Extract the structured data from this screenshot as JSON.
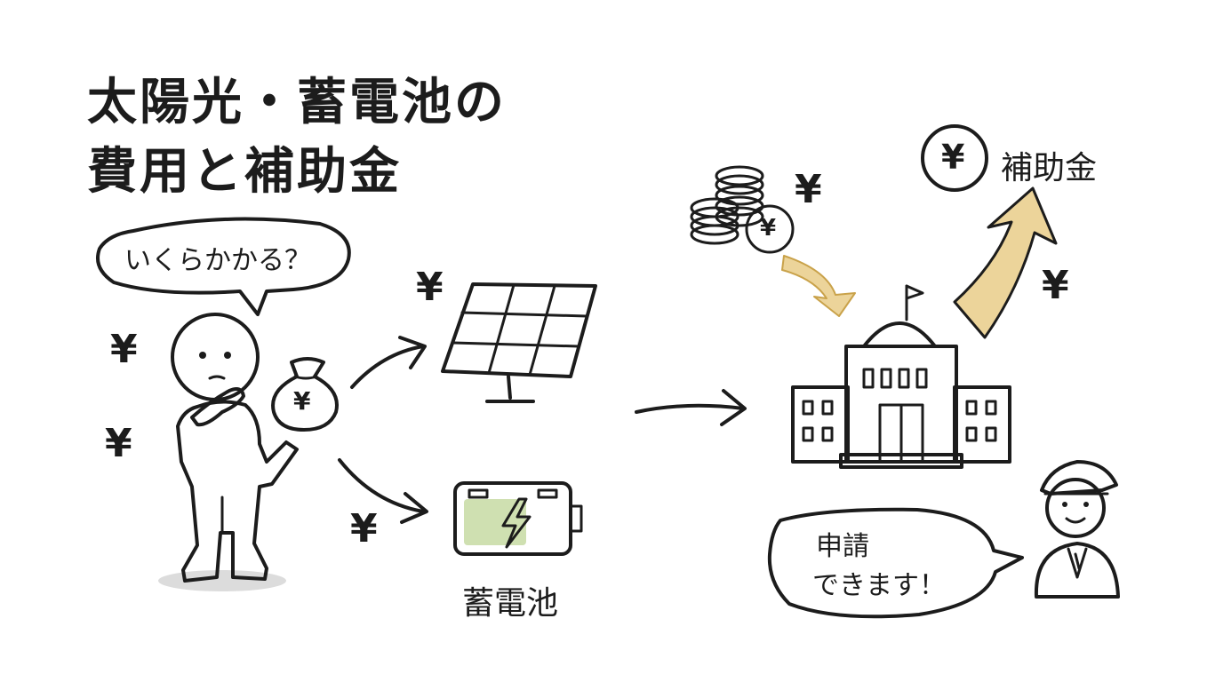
{
  "title": {
    "line1": "太陽光・蓄電池の",
    "line2": "費用と補助金"
  },
  "person_bubble": "いくらかかる？",
  "battery_label": "蓄電池",
  "subsidy_label": "補助金",
  "official_bubble": {
    "line1": "申請",
    "line2": "できます！"
  },
  "yen_symbol": "¥",
  "colors": {
    "gold": "#ecd49a",
    "gold_dark": "#c9a24a",
    "panel_blue": "#a9c3da",
    "battery_green": "#cfe0b1",
    "building_gray": "#c8c8c8"
  }
}
